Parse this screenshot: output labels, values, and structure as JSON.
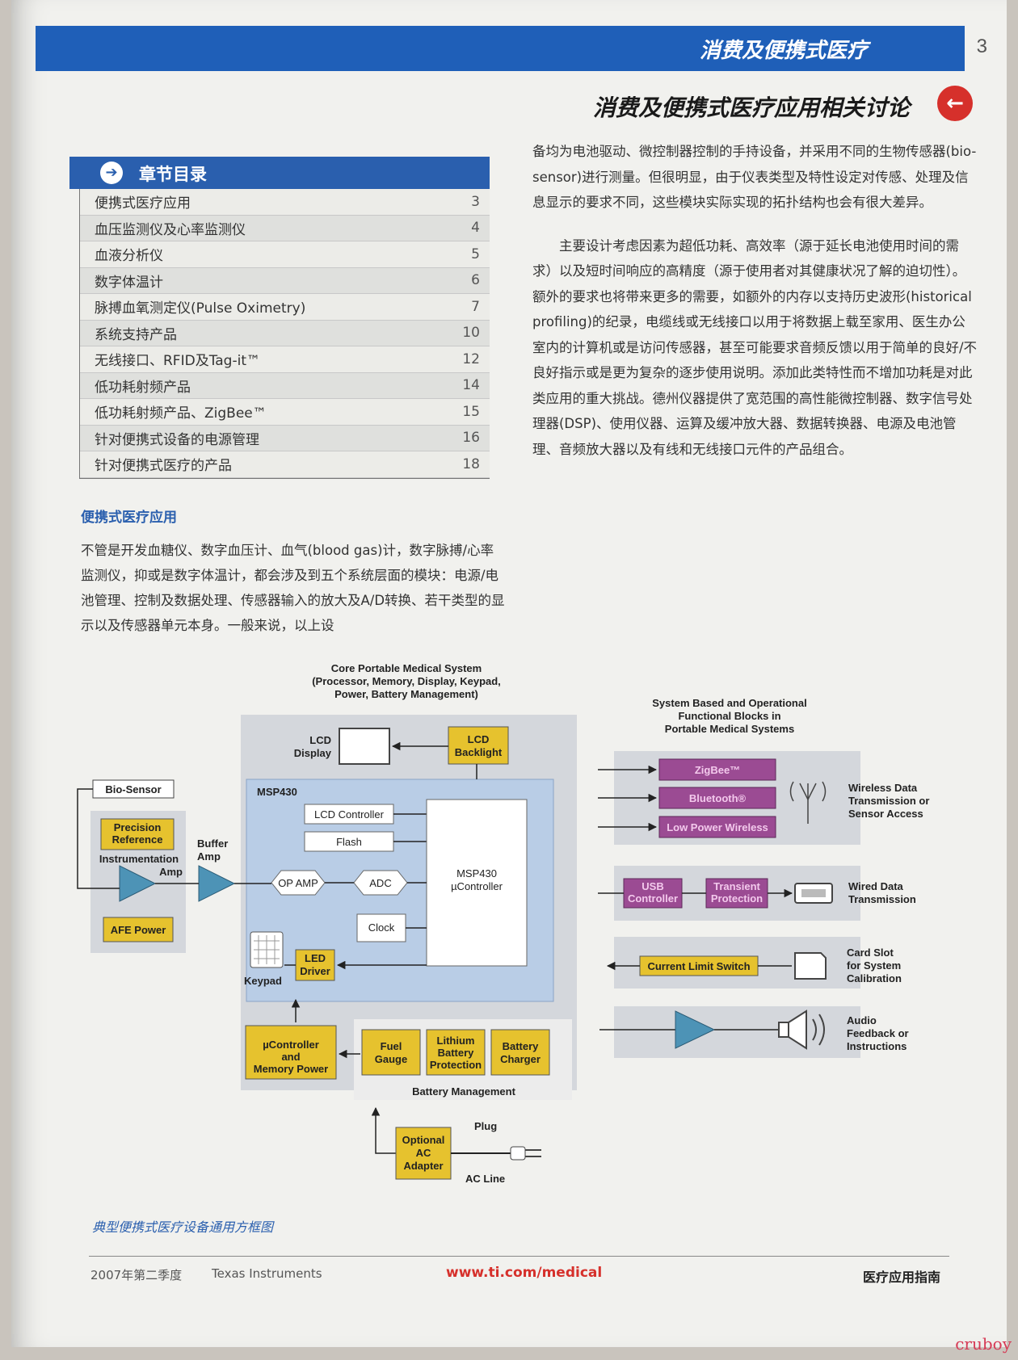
{
  "header": {
    "section_title": "消费及便携式医疗",
    "page_number": "3",
    "page_title": "消费及便携式医疗应用相关讨论",
    "back_icon": "arrow-left-icon"
  },
  "toc": {
    "title": "章节目录",
    "icon": "arrow-right-icon",
    "items": [
      {
        "label": "便携式医疗应用",
        "page": "3"
      },
      {
        "label": "血压监测仪及心率监测仪",
        "page": "4"
      },
      {
        "label": "血液分析仪",
        "page": "5"
      },
      {
        "label": "数字体温计",
        "page": "6"
      },
      {
        "label": "脉搏血氧测定仪(Pulse Oximetry)",
        "page": "7"
      },
      {
        "label": "系统支持产品",
        "page": "10"
      },
      {
        "label": "无线接口、RFID及Tag-it™",
        "page": "12"
      },
      {
        "label": "低功耗射频产品",
        "page": "14"
      },
      {
        "label": "低功耗射频产品、ZigBee™",
        "page": "15"
      },
      {
        "label": "针对便携式设备的电源管理",
        "page": "16"
      },
      {
        "label": "针对便携式医疗的产品",
        "page": "18"
      }
    ]
  },
  "left_column": {
    "heading": "便携式医疗应用",
    "paragraph": "不管是开发血糖仪、数字血压计、血气(blood gas)计，数字脉搏/心率监测仪，抑或是数字体温计，都会涉及到五个系统层面的模块：电源/电池管理、控制及数据处理、传感器输入的放大及A/D转换、若干类型的显示以及传感器单元本身。一般来说，以上设"
  },
  "right_column": {
    "paragraph_1": "备均为电池驱动、微控制器控制的手持设备，并采用不同的生物传感器(bio-sensor)进行测量。但很明显，由于仪表类型及特性设定对传感、处理及信息显示的要求不同，这些模块实际实现的拓扑结构也会有很大差异。",
    "paragraph_2": "主要设计考虑因素为超低功耗、高效率（源于延长电池使用时间的需求）以及短时间响应的高精度（源于使用者对其健康状况了解的迫切性）。额外的要求也将带来更多的需要，如额外的内存以支持历史波形(historical profiling)的纪录，电缆线或无线接口以用于将数据上载至家用、医生办公室内的计算机或是访问传感器，甚至可能要求音频反馈以用于简单的良好/不良好指示或是更为复杂的逐步使用说明。添加此类特性而不增加功耗是对此类应用的重大挑战。德州仪器提供了宽范围的高性能微控制器、数字信号处理器(DSP)、使用仪器、运算及缓冲放大器、数据转换器、电源及电池管理、音频放大器以及有线和无线接口元件的产品组合。"
  },
  "diagram": {
    "core_title_1": "Core Portable Medical System",
    "core_title_2": "(Processor, Memory, Display, Keypad,",
    "core_title_3": "Power, Battery Management)",
    "right_title_1": "System Based and Operational",
    "right_title_2": "Functional Blocks in",
    "right_title_3": "Portable Medical Systems",
    "lcd_display_1": "LCD",
    "lcd_display_2": "Display",
    "lcd_backlight_1": "LCD",
    "lcd_backlight_2": "Backlight",
    "msp430_label": "MSP430",
    "lcd_controller": "LCD Controller",
    "flash": "Flash",
    "msp430_uc_1": "MSP430",
    "msp430_uc_2": "µController",
    "op_amp": "OP AMP",
    "adc": "ADC",
    "clock": "Clock",
    "led_driver_1": "LED",
    "led_driver_2": "Driver",
    "keypad": "Keypad",
    "bio_sensor": "Bio-Sensor",
    "precision_ref_1": "Precision",
    "precision_ref_2": "Reference",
    "instr_amp_1": "Instrumentation",
    "instr_amp_2": "Amp",
    "buffer_amp_1": "Buffer",
    "buffer_amp_2": "Amp",
    "afe_power": "AFE Power",
    "uc_mem_power_1": "µController",
    "uc_mem_power_2": "and",
    "uc_mem_power_3": "Memory Power",
    "fuel_gauge_1": "Fuel",
    "fuel_gauge_2": "Gauge",
    "lithium_1": "Lithium",
    "lithium_2": "Battery",
    "lithium_3": "Protection",
    "battery_charger_1": "Battery",
    "battery_charger_2": "Charger",
    "battery_management": "Battery Management",
    "optional_ac_1": "Optional",
    "optional_ac_2": "AC",
    "optional_ac_3": "Adapter",
    "plug": "Plug",
    "ac_line": "AC Line",
    "zigbee": "ZigBee™",
    "bluetooth": "Bluetooth®",
    "low_power_wireless": "Low Power Wireless",
    "wireless_1": "Wireless Data",
    "wireless_2": "Transmission or",
    "wireless_3": "Sensor Access",
    "usb_1": "USB",
    "usb_2": "Controller",
    "transient_1": "Transient",
    "transient_2": "Protection",
    "wired_1": "Wired Data",
    "wired_2": "Transmission",
    "current_limit": "Current Limit Switch",
    "card_1": "Card Slot",
    "card_2": "for System",
    "card_3": "Calibration",
    "audio_1": "Audio",
    "audio_2": "Feedback or",
    "audio_3": "Instructions",
    "colors": {
      "yellow_block": "#e6c22e",
      "purple_block": "#9b4b93",
      "blue_panel": "#b9cde6",
      "gray_panel": "#d4d7dc"
    }
  },
  "caption": "典型便携式医疗设备通用方框图",
  "footer": {
    "date": "2007年第二季度",
    "company": "Texas Instruments",
    "url": "www.ti.com/medical",
    "guide": "医疗应用指南"
  },
  "watermark": "cruboy"
}
